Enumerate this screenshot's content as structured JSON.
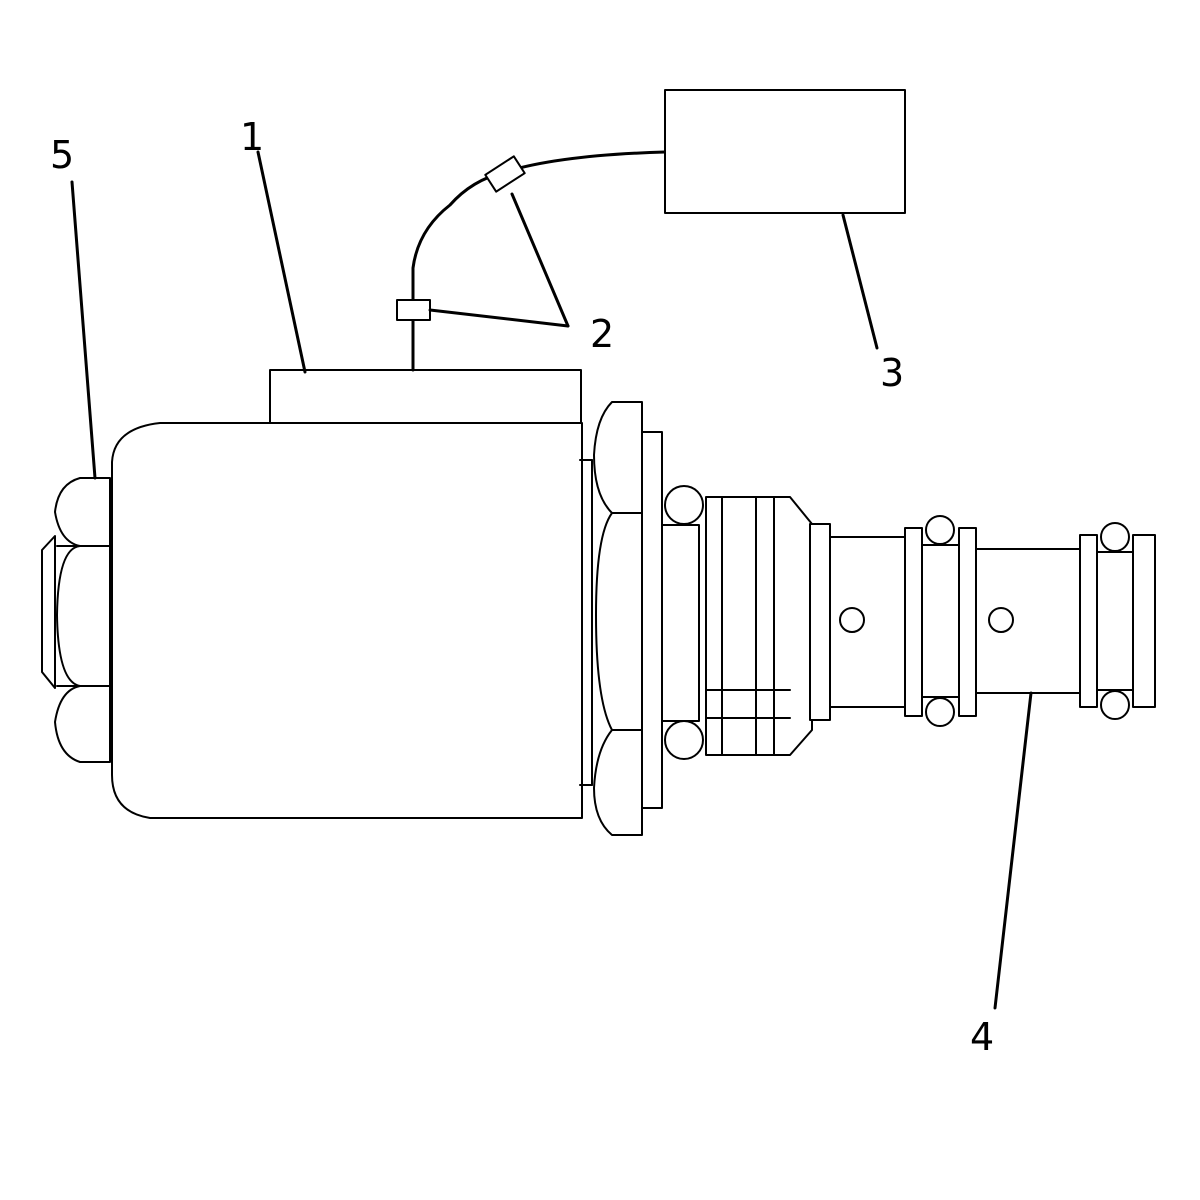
{
  "callouts": {
    "c1": "1",
    "c2": "2",
    "c3": "3",
    "c4": "4",
    "c5": "5"
  },
  "colors": {
    "stroke": "#000000",
    "background": "#ffffff"
  }
}
